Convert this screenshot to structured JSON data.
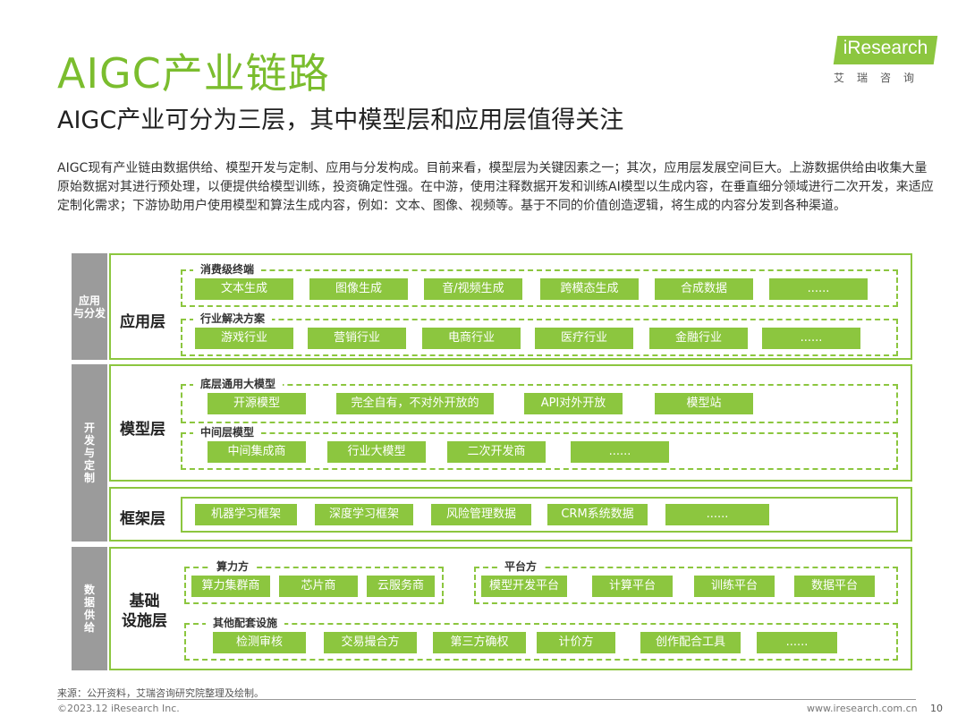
{
  "header": {
    "title": "AIGC产业链路",
    "subtitle": "AIGC产业可分为三层，其中模型层和应用层值得关注"
  },
  "logo": {
    "brand": "iResearch",
    "cn": "艾瑞咨询"
  },
  "intro": "AIGC现有产业链由数据供给、模型开发与定制、应用与分发构成。目前来看，模型层为关键因素之一；其次，应用层发展空间巨大。上游数据供给由收集大量原始数据对其进行预处理，以便提供给模型训练，投资确定性强。在中游，使用注释数据开发和训练AI模型以生成内容，在垂直细分领域进行二次开发，来适应定制化需求；下游协助用户使用模型和算法生成内容，例如：文本、图像、视频等。基于不同的价值创造逻辑，将生成的内容分发到各种渠道。",
  "sides": {
    "application": "应用\n与分发",
    "development": "开\n发\n与\n定\n制",
    "data": "数\n据\n供\n给"
  },
  "layers": {
    "application": {
      "label": "应用层",
      "consumer": {
        "title": "消费级终端",
        "items": [
          "文本生成",
          "图像生成",
          "音/视频生成",
          "跨模态生成",
          "合成数据",
          "......"
        ]
      },
      "industry": {
        "title": "行业解决方案",
        "items": [
          "游戏行业",
          "营销行业",
          "电商行业",
          "医疗行业",
          "金融行业",
          "......"
        ]
      }
    },
    "model": {
      "label": "模型层",
      "base": {
        "title": "底层通用大模型",
        "items": [
          "开源模型",
          "完全自有，不对外开放的",
          "API对外开放",
          "模型站"
        ]
      },
      "middle": {
        "title": "中间层模型",
        "items": [
          "中间集成商",
          "行业大模型",
          "二次开发商",
          "......"
        ]
      }
    },
    "framework": {
      "label": "框架层",
      "items": [
        "机器学习框架",
        "深度学习框架",
        "风险管理数据",
        "CRM系统数据",
        "......"
      ]
    },
    "infrastructure": {
      "label": "基础\n设施层",
      "compute": {
        "title": "算力方",
        "items": [
          "算力集群商",
          "芯片商",
          "云服务商"
        ]
      },
      "platform": {
        "title": "平台方",
        "items": [
          "模型开发平台",
          "计算平台",
          "训练平台",
          "数据平台"
        ]
      },
      "other": {
        "title": "其他配套设施",
        "items": [
          "检测审核",
          "交易撮合方",
          "第三方确权",
          "计价方",
          "创作配合工具",
          "......"
        ]
      }
    }
  },
  "footer": {
    "source": "来源：公开资料，艾瑞咨询研究院整理及绘制。",
    "copyright": "©2023.12 iResearch Inc.",
    "website": "www.iresearch.com.cn",
    "page": "10"
  }
}
